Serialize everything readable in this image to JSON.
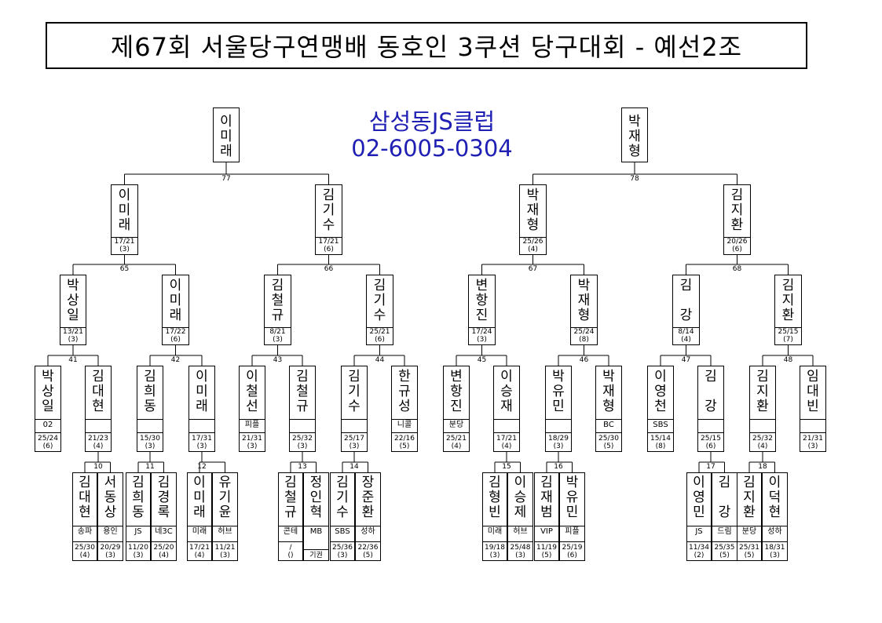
{
  "title": "제67회 서울당구연맹배 동호인 3쿠션 당구대회 - 예선2조",
  "sponsor": {
    "name": "삼성동JS클럽",
    "phone": "02-6005-0304"
  },
  "boxes": [
    {
      "n": "이\n미\n래"
    },
    {
      "n": "박\n재\n형"
    },
    {
      "n": "이\n미\n래",
      "s": "17/21\n(3)"
    },
    {
      "n": "김\n기\n수",
      "s": "17/21\n(6)"
    },
    {
      "n": "박\n재\n형",
      "s": "25/26\n(4)"
    },
    {
      "n": "김\n지\n환",
      "s": "20/26\n(6)"
    },
    {
      "n": "박\n상\n일",
      "s": "13/21\n(3)"
    },
    {
      "n": "이\n미\n래",
      "s": "17/22\n(6)"
    },
    {
      "n": "김\n철\n규",
      "s": "8/21\n(3)"
    },
    {
      "n": "김\n기\n수",
      "s": "25/21\n(6)"
    },
    {
      "n": "변\n항\n진",
      "s": "17/24\n(3)"
    },
    {
      "n": "박\n재\n형",
      "s": "25/24\n(8)"
    },
    {
      "n": "김\n\n강",
      "s": "8/14\n(4)"
    },
    {
      "n": "김\n지\n환",
      "s": "25/15\n(7)"
    },
    {
      "n": "박\n상\n일",
      "c": "02",
      "s": "25/24\n(6)"
    },
    {
      "n": "김\n대\n현",
      "c": "",
      "s": "21/23\n(4)"
    },
    {
      "n": "김\n희\n동",
      "c": "",
      "s": "15/30\n(3)"
    },
    {
      "n": "이\n미\n래",
      "c": "",
      "s": "17/31\n(3)"
    },
    {
      "n": "이\n철\n선",
      "c": "피플",
      "s": "21/31\n(3)"
    },
    {
      "n": "김\n철\n규",
      "c": "",
      "s": "25/32\n(3)"
    },
    {
      "n": "김\n기\n수",
      "c": "",
      "s": "25/17\n(3)"
    },
    {
      "n": "한\n규\n성",
      "c": "니콜",
      "s": "22/16\n(5)"
    },
    {
      "n": "변\n항\n진",
      "c": "분당",
      "s": "25/21\n(4)"
    },
    {
      "n": "이\n승\n재",
      "c": "",
      "s": "17/21\n(4)"
    },
    {
      "n": "박\n유\n민",
      "c": "",
      "s": "18/29\n(3)"
    },
    {
      "n": "박\n재\n형",
      "c": "BC",
      "s": "25/30\n(5)"
    },
    {
      "n": "이\n영\n천",
      "c": "SBS",
      "s": "15/14\n(8)"
    },
    {
      "n": "김\n\n강",
      "c": "",
      "s": "25/15\n(6)"
    },
    {
      "n": "김\n지\n환",
      "c": "",
      "s": "25/32\n(4)"
    },
    {
      "n": "임\n대\n빈",
      "c": "",
      "s": "21/31\n(3)"
    },
    {
      "n": "김\n대\n현",
      "c": "송파",
      "s": "25/30\n(4)"
    },
    {
      "n": "서\n동\n상",
      "c": "용인",
      "s": "20/29\n(3)"
    },
    {
      "n": "김\n희\n동",
      "c": "JS",
      "s": "11/20\n(3)"
    },
    {
      "n": "김\n경\n록",
      "c": "네3C",
      "s": "25/20\n(4)"
    },
    {
      "n": "이\n미\n래",
      "c": "미래",
      "s": "17/21\n(4)"
    },
    {
      "n": "유\n기\n윤",
      "c": "허브",
      "s": "11/21\n(3)"
    },
    {
      "n": "김\n철\n규",
      "c": "콘테",
      "s": "/\n()"
    },
    {
      "n": "정\n인\n혁",
      "c": "MB",
      "s": "기권"
    },
    {
      "n": "김\n기\n수",
      "c": "SBS",
      "s": "25/36\n(3)"
    },
    {
      "n": "장\n준\n환",
      "c": "성하",
      "s": "22/36\n(5)"
    },
    {
      "n": "김\n형\n빈",
      "c": "미래",
      "s": "19/18\n(3)"
    },
    {
      "n": "이\n승\n제",
      "c": "허브",
      "s": "25/48\n(3)"
    },
    {
      "n": "김\n재\n범",
      "c": "VIP",
      "s": "11/19\n(5)"
    },
    {
      "n": "박\n유\n민",
      "c": "피플",
      "s": "25/19\n(6)"
    },
    {
      "n": "이\n영\n민",
      "c": "JS",
      "s": "11/34\n(2)"
    },
    {
      "n": "김\n\n강",
      "c": "드림",
      "s": "25/35\n(5)"
    },
    {
      "n": "김\n지\n환",
      "c": "분당",
      "s": "25/31\n(5)"
    },
    {
      "n": "이\n덕\n현",
      "c": "성하",
      "s": "18/31\n(3)"
    }
  ],
  "matches": [
    "77",
    "78",
    "65",
    "66",
    "67",
    "68",
    "41",
    "42",
    "43",
    "44",
    "45",
    "46",
    "47",
    "48",
    "10",
    "11",
    "12",
    "13",
    "14",
    "15",
    "16",
    "17",
    "18"
  ]
}
